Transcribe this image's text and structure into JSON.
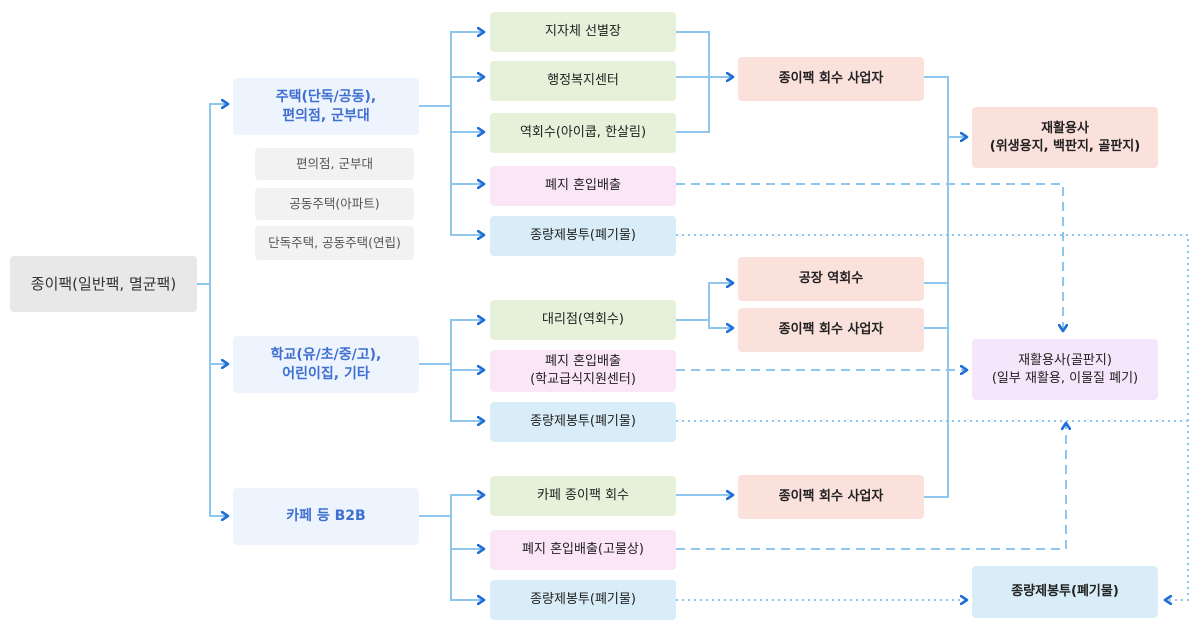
{
  "root": "종이팩(일반팩, 멸균팩)",
  "categories": {
    "housing": "주택(단독/공동),\n편의점, 군부대",
    "school": "학교(유/초/중/고),\n어린이집, 기타",
    "cafe": "카페 등 B2B"
  },
  "housing_examples": [
    "편의점, 군부대",
    "공동주택(아파트)",
    "단독주택, 공동주택(연립)"
  ],
  "housing_channels": {
    "local_gov": "지자체 선별장",
    "admin_center": "행정복지센터",
    "reverse": "역회수(아이쿱, 한살림)",
    "mixed": "폐지 혼입배출",
    "bag": "종량제봉투(폐기물)"
  },
  "school_channels": {
    "store": "대리점(역회수)",
    "mixed": "폐지 혼입배출\n(학교급식지원센터)",
    "bag": "종량제봉투(폐기물)"
  },
  "cafe_channels": {
    "collect": "카페 종이팩 회수",
    "mixed": "폐지 혼입배출(고물상)",
    "bag": "종량제봉투(폐기물)"
  },
  "collectors": {
    "c1": "종이팩 회수 사업자",
    "factory": "공장 역회수",
    "c2": "종이팩 회수 사업자",
    "c3": "종이팩 회수 사업자"
  },
  "destinations": {
    "recycle_high": "재활용사\n(위생용지, 백판지, 골판지)",
    "recycle_low": "재활용사(골판지)\n(일부 재활용, 이물질 폐기)",
    "waste": "종량제봉투(폐기물)"
  }
}
